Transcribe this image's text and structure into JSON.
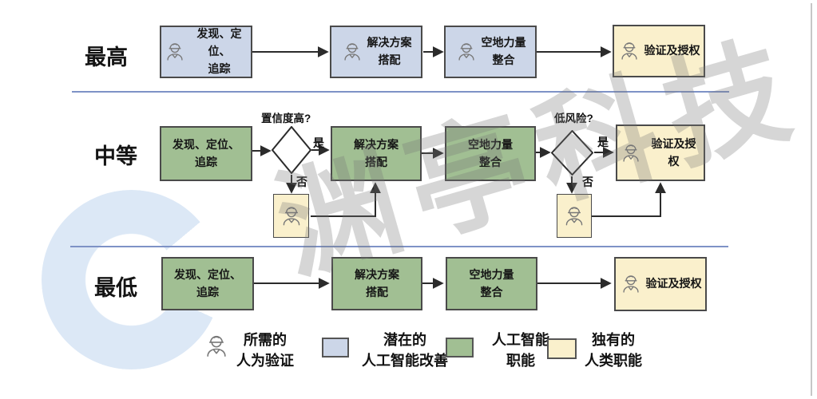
{
  "watermark": {
    "text": "渊亭科技"
  },
  "palette": {
    "ai_improvement_blue": "#ccd6e8",
    "ai_function_green": "#a1bf93",
    "human_function_yellow": "#faf0cc",
    "divider_blue": "#7e92c6"
  },
  "rows": {
    "high": {
      "label": "最高",
      "step1": "发现、定位、\n追踪",
      "step2": "解决方案\n搭配",
      "step3": "空地力量\n整合",
      "step4": "验证及授权"
    },
    "mid": {
      "label": "中等",
      "step1": "发现、定位、\n追踪",
      "step2": "解决方案\n搭配",
      "step3": "空地力量\n整合",
      "step4": "验证及授权",
      "decision1": "置信度高?",
      "decision2": "低风险?",
      "yes": "是",
      "no": "否"
    },
    "low": {
      "label": "最低",
      "step1": "发现、定位、\n追踪",
      "step2": "解决方案\n搭配",
      "step3": "空地力量\n整合",
      "step4": "验证及授权"
    }
  },
  "legend": {
    "human": "所需的\n人为验证",
    "blue": "潜在的\n人工智能改善",
    "green": "人工智能\n职能",
    "yellow": "独有的\n人类职能"
  }
}
